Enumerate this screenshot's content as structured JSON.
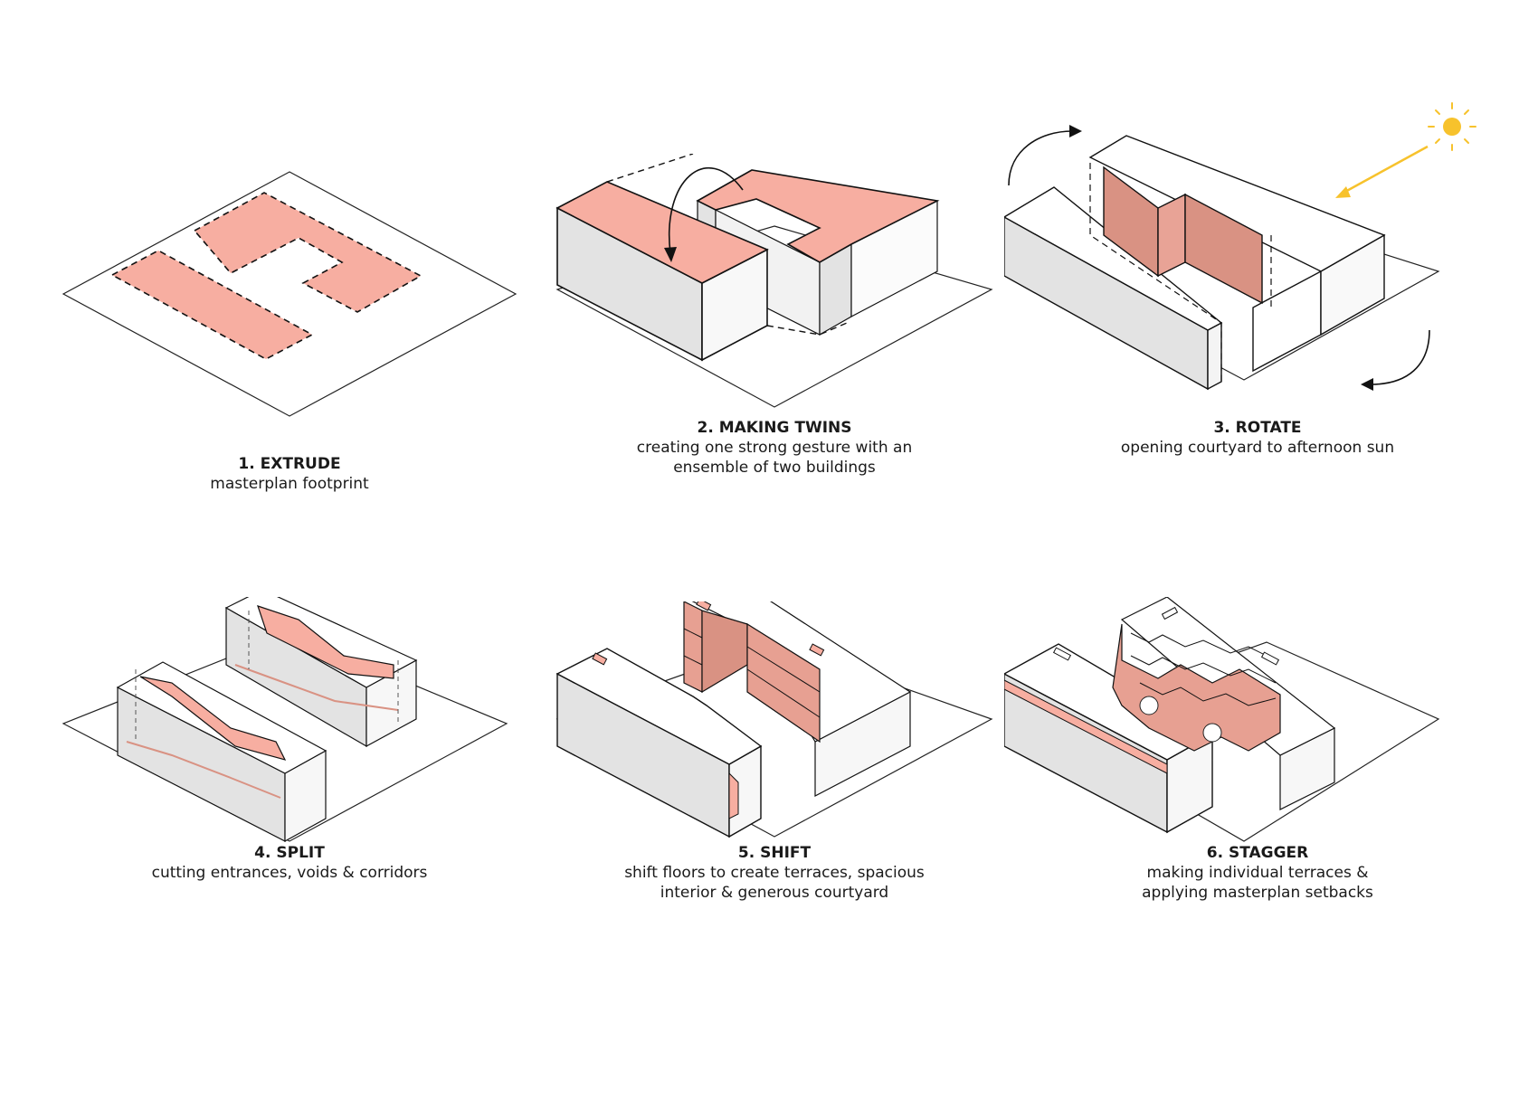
{
  "colors": {
    "pink": "#f7aea1",
    "pink_dark": "#d99283",
    "side_grey": "#e3e3e3",
    "top_white": "#ffffff",
    "line": "#111111",
    "sun": "#f7c22c"
  },
  "steps": [
    {
      "title": "1. EXTRUDE",
      "lines": [
        "masterplan footprint"
      ]
    },
    {
      "title": "2. MAKING TWINS",
      "lines": [
        "creating one strong gesture with an",
        "ensemble of two buildings"
      ]
    },
    {
      "title": "3. ROTATE",
      "lines": [
        "opening courtyard to afternoon sun"
      ]
    },
    {
      "title": "4. SPLIT",
      "lines": [
        "cutting entrances, voids & corridors"
      ]
    },
    {
      "title": "5. SHIFT",
      "lines": [
        "shift floors to create terraces, spacious",
        "interior & generous courtyard"
      ]
    },
    {
      "title": "6. STAGGER",
      "lines": [
        "making individual terraces &",
        "applying masterplan setbacks"
      ]
    }
  ]
}
